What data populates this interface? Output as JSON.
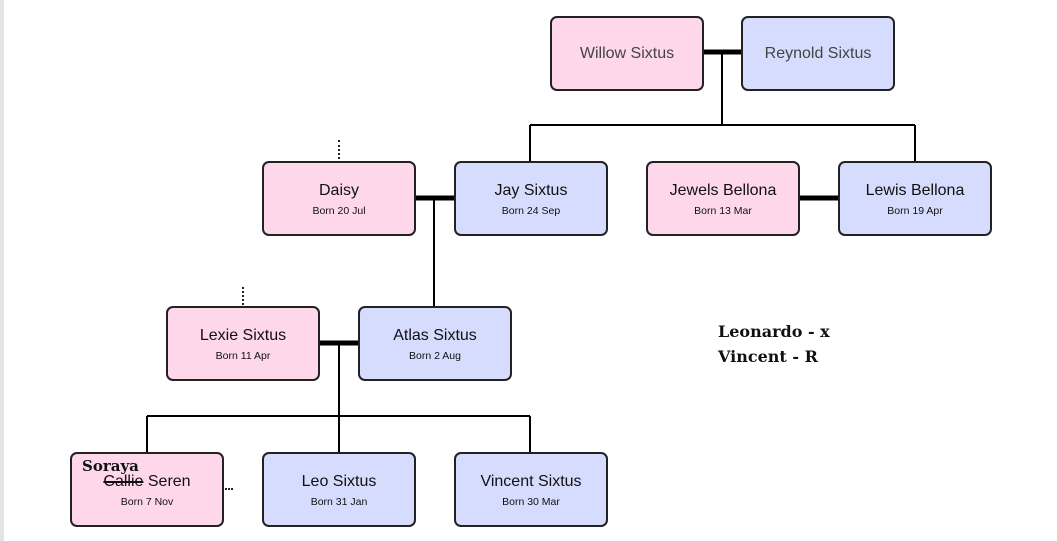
{
  "people": {
    "willow": {
      "name": "Willow Sixtus"
    },
    "reynold": {
      "name": "Reynold Sixtus"
    },
    "daisy": {
      "name": "Daisy",
      "born": "Born 20 Jul"
    },
    "jay": {
      "name": "Jay Sixtus",
      "born": "Born 24 Sep"
    },
    "jewels": {
      "name": "Jewels Bellona",
      "born": "Born 13 Mar"
    },
    "lewis": {
      "name": "Lewis Bellona",
      "born": "Born 19 Apr"
    },
    "lexie": {
      "name": "Lexie Sixtus",
      "born": "Born 11 Apr"
    },
    "atlas": {
      "name": "Atlas Sixtus",
      "born": "Born 2 Aug"
    },
    "seren": {
      "name_struck": "Callie",
      "name": "Seren",
      "born": "Born 7 Nov"
    },
    "leo": {
      "name": "Leo Sixtus",
      "born": "Born 31 Jan"
    },
    "vincent": {
      "name": "Vincent Sixtus",
      "born": "Born 30 Mar"
    }
  },
  "annotations": {
    "seren_rename": "Soraya",
    "note_line1": "Leonardo - x",
    "note_line2": "Vincent - R"
  },
  "colors": {
    "female": "#fed7eb",
    "male": "#d6dcfd",
    "line": "#000000"
  }
}
